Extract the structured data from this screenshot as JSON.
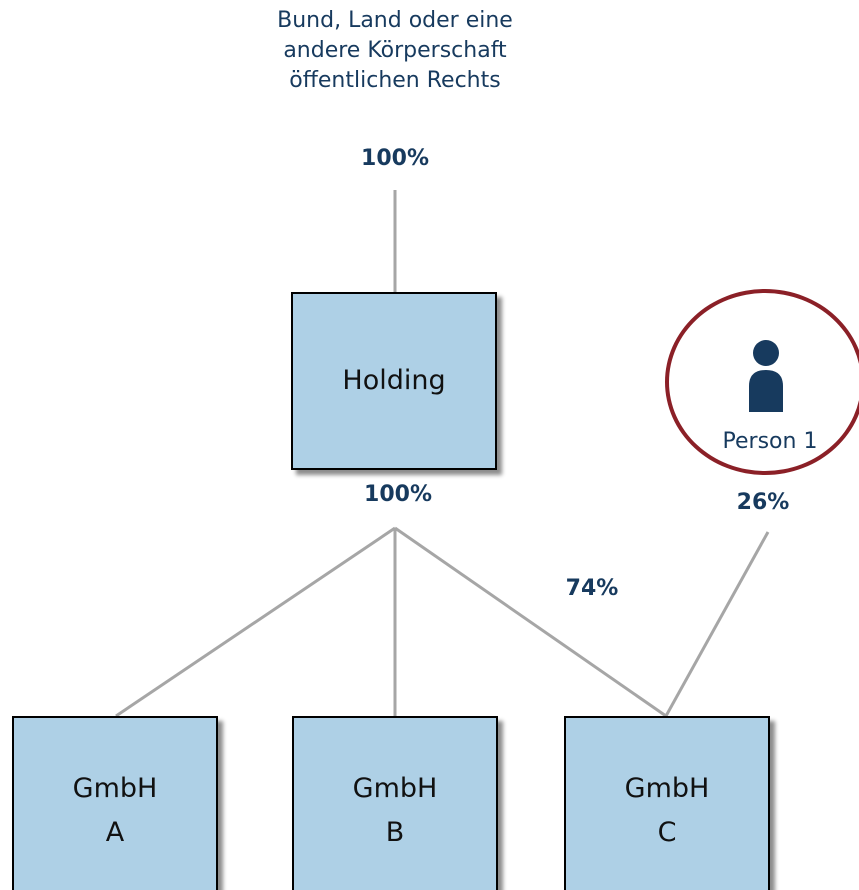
{
  "top_entity": {
    "lines": [
      "Bund, Land oder eine",
      "andere Körperschaft",
      "öffentlichen Rechts"
    ],
    "stake": "100%"
  },
  "holding": {
    "label": "Holding",
    "stake_to_subsidiaries": "100%"
  },
  "subsidiaries": [
    {
      "line1": "GmbH",
      "line2": "A"
    },
    {
      "line1": "GmbH",
      "line2": "B"
    },
    {
      "line1": "GmbH",
      "line2": "C",
      "holding_stake": "74%"
    }
  ],
  "person": {
    "label": "Person 1",
    "stake": "26%",
    "icon": "person-icon"
  },
  "colors": {
    "box_fill": "#AED0E6",
    "text_navy": "#173A5E",
    "circle_border": "#8B2027",
    "connector": "#A6A6A6"
  }
}
